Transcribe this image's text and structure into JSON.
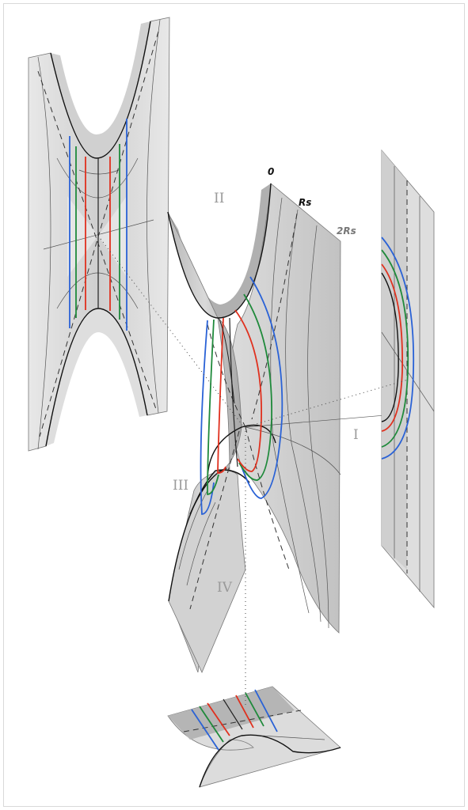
{
  "labels": {
    "region_i": "I",
    "region_ii": "II",
    "region_iii": "III",
    "region_iv": "IV",
    "radius_zero": "0",
    "radius_rs": "Rs",
    "radius_2rs": "2Rs"
  },
  "colors": {
    "red_curve": "#e0301e",
    "green_curve": "#1f8a3b",
    "blue_curve": "#2a62d6",
    "surface_light": "#e4e4e4",
    "surface_mid": "#c8c8c8",
    "surface_dark": "#9c9c9c",
    "frame": "#d9d9d9"
  }
}
